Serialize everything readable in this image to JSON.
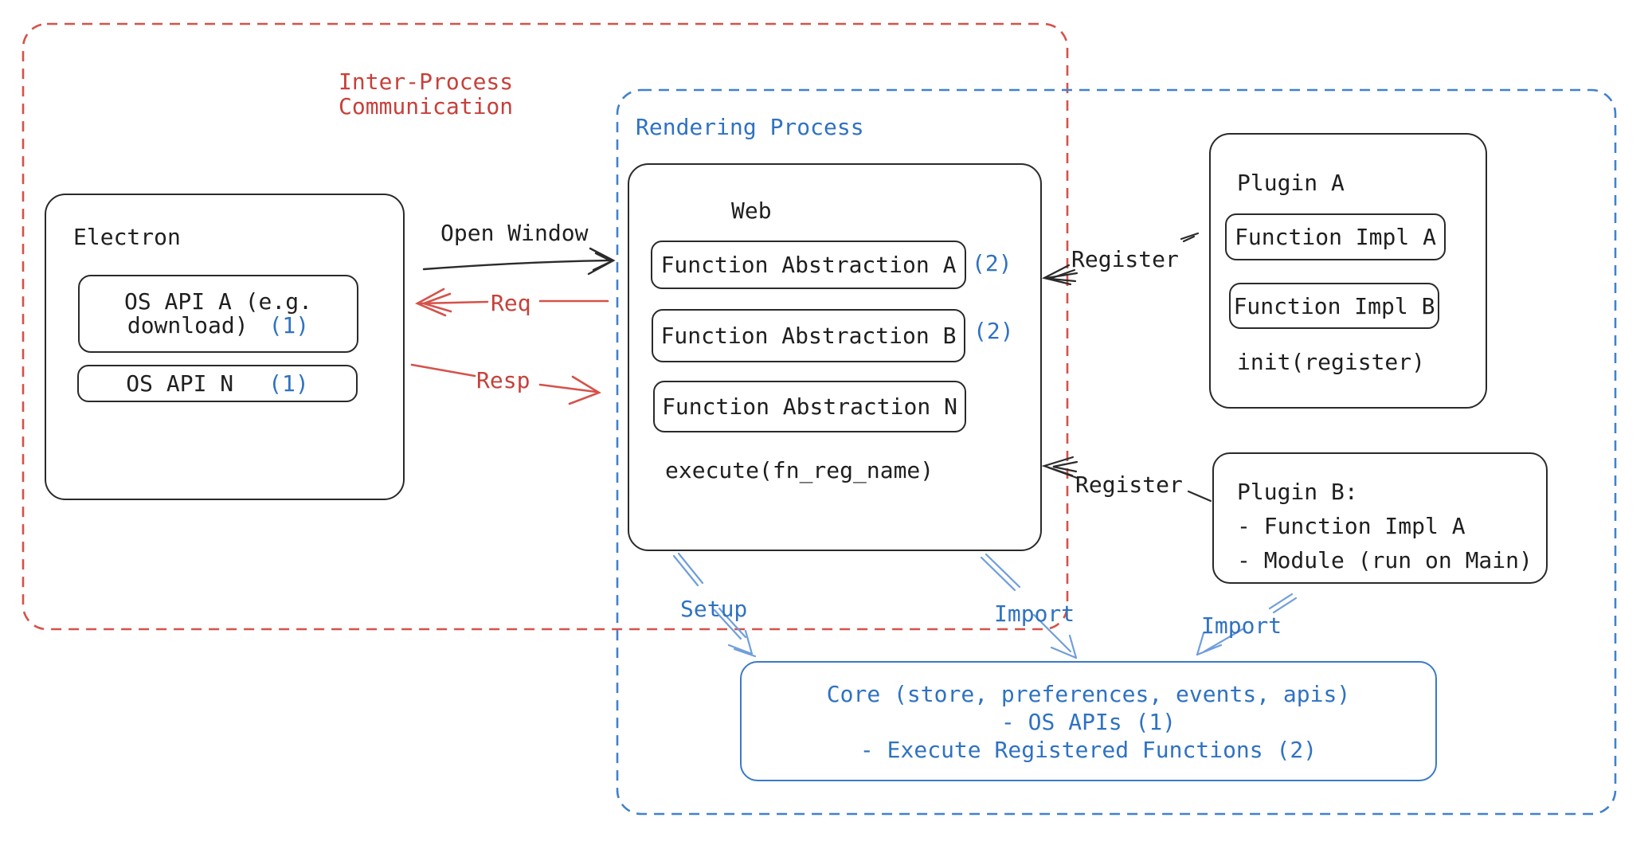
{
  "colors": {
    "red": "#c6413b",
    "red_stroke": "#d5524a",
    "blue": "#2f72c2",
    "blue_dash": "#4181cd",
    "blue_arrow": "#6f9edb",
    "ink": "#1f1f1f"
  },
  "groups": {
    "ipc": {
      "label": "Inter-Process\nCommunication"
    },
    "rendering": {
      "label": "Rendering Process"
    }
  },
  "electron": {
    "title": "Electron",
    "os_api_a": {
      "line1": "OS API A (e.g.",
      "line2": "download)",
      "num": "(1)"
    },
    "os_api_n": {
      "label": "OS API N",
      "num": "(1)"
    }
  },
  "web": {
    "title": "Web",
    "abstractions": [
      {
        "label": "Function Abstraction A",
        "num": "(2)"
      },
      {
        "label": "Function Abstraction B",
        "num": "(2)"
      },
      {
        "label": "Function Abstraction N",
        "num": ""
      }
    ],
    "footer": "execute(fn_reg_name)"
  },
  "plugin_a": {
    "title": "Plugin A",
    "impls": [
      "Function Impl A",
      "Function Impl B"
    ],
    "footer": "init(register)"
  },
  "plugin_b": {
    "text": "Plugin B:\n- Function Impl A\n- Module (run on Main)"
  },
  "core": {
    "text": "Core (store, preferences, events, apis)\n- OS APIs (1)\n- Execute Registered Functions (2)"
  },
  "arrows": {
    "open_window": "Open Window",
    "req": "Req",
    "resp": "Resp",
    "register_top": "Register",
    "register_bottom": "Register",
    "setup": "Setup",
    "import_web": "Import",
    "import_plugin": "Import"
  }
}
